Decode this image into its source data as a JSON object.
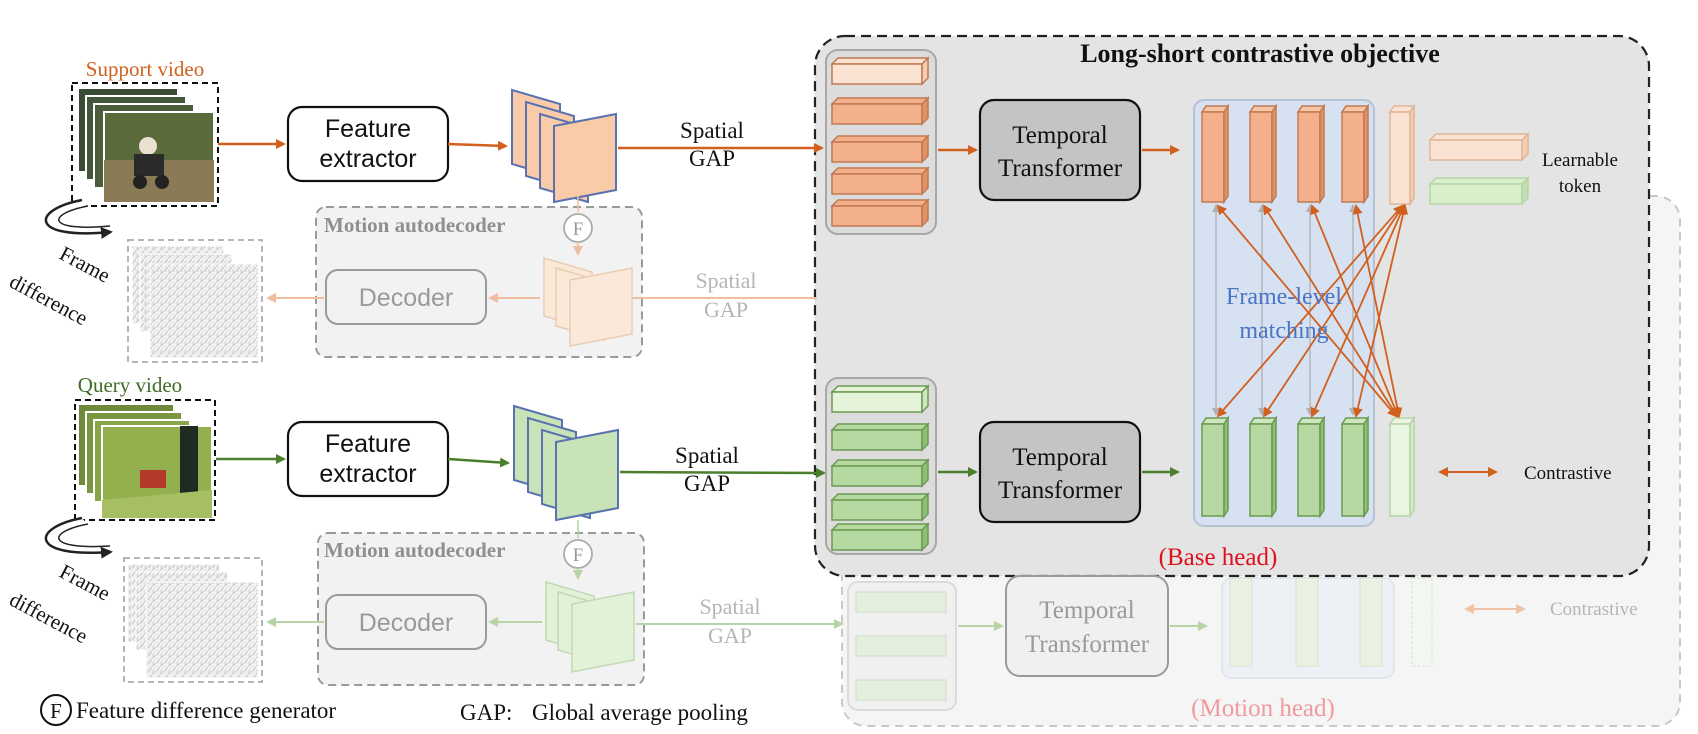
{
  "title": "Long-short contrastive objective",
  "support": {
    "video_label": "Support video",
    "feature_extractor": [
      "Feature",
      "extractor"
    ],
    "spatial_gap": [
      "Spatial",
      "GAP"
    ],
    "temporal_transformer": [
      "Temporal",
      "Transformer"
    ],
    "frame_difference": [
      "Frame",
      "difference"
    ],
    "motion_autodecoder": "Motion autodecoder",
    "decoder": "Decoder",
    "spatial_gap_faded": [
      "Spatial",
      "GAP"
    ],
    "f_symbol": "F"
  },
  "query": {
    "video_label": "Query video",
    "feature_extractor": [
      "Feature",
      "extractor"
    ],
    "spatial_gap": [
      "Spatial",
      "GAP"
    ],
    "temporal_transformer": [
      "Temporal",
      "Transformer"
    ],
    "frame_difference": [
      "Frame",
      "difference"
    ],
    "motion_autodecoder": "Motion autodecoder",
    "decoder": "Decoder",
    "spatial_gap_faded": [
      "Spatial",
      "GAP"
    ],
    "f_symbol": "F"
  },
  "matching_label": [
    "Frame-level",
    "matching"
  ],
  "legend": {
    "learnable_token": [
      "Learnable",
      "token"
    ],
    "contrastive": "Contrastive",
    "contrastive_faded": "Contrastive"
  },
  "heads": {
    "base": "(Base head)",
    "motion": "(Motion head)",
    "motion_temporal_transformer": [
      "Temporal",
      "Transformer"
    ]
  },
  "footer": {
    "f_symbol": "F",
    "feature_difference_generator": "Feature difference generator",
    "gap_abbrev": "GAP:",
    "gap_definition": "Global average pooling"
  },
  "colors": {
    "support_orange": "#d1601f",
    "query_green": "#4a7f2c",
    "frame_matching_blue": "#4a74c4",
    "base_head_red": "#e0101a",
    "motion_head_pink": "#f19a9c",
    "title_black": "#111111"
  }
}
